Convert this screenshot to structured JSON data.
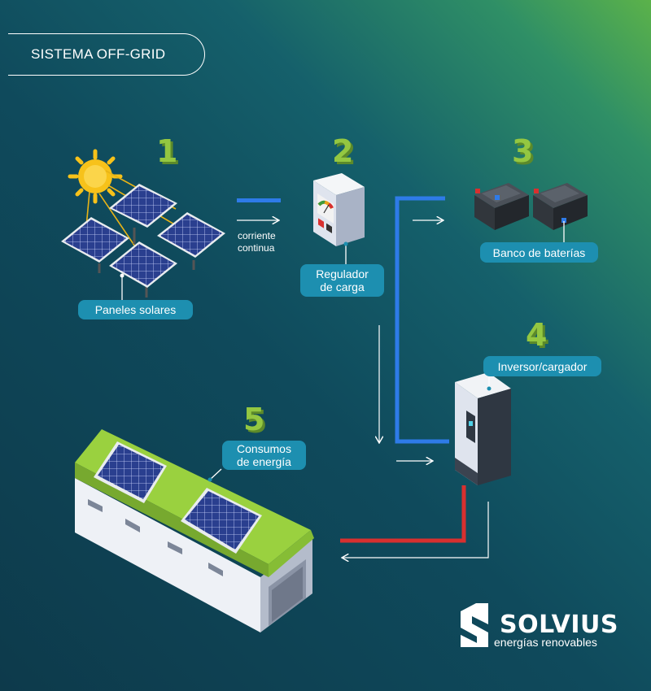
{
  "title": "SISTEMA OFF-GRID",
  "steps": [
    {
      "number": "1",
      "label": "Paneles solares"
    },
    {
      "number": "2",
      "label": "Regulador\nde carga"
    },
    {
      "number": "3",
      "label": "Banco de baterías"
    },
    {
      "number": "4",
      "label": "Inversor/cargador"
    },
    {
      "number": "5",
      "label": "Consumos\nde energía"
    }
  ],
  "flow_note": "corriente\ncontinua",
  "brand": {
    "name": "SOLVIUS",
    "tagline": "energías renovables"
  },
  "colors": {
    "dc_line": "#2e7be8",
    "ac_line": "#d8302f",
    "label_bg": "#1d8fb0",
    "number_green": "#8fc43e",
    "roof_green": "#9ad13f"
  }
}
